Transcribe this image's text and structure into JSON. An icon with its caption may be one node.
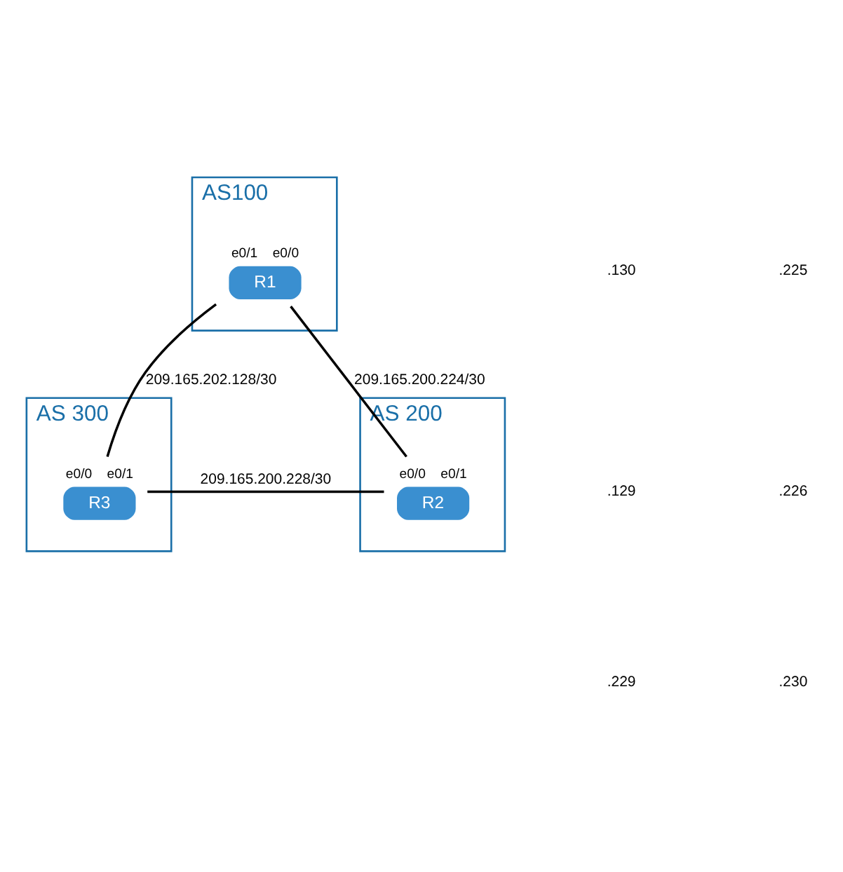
{
  "diagram": {
    "nodes": [
      {
        "text": [
          "AS100"
        ]
      },
      {
        "text": [
          "R1"
        ],
        "in": 0,
        "beside": [
          "e0/1",
          "e0/0"
        ]
      },
      {
        "text": [
          "AS 300"
        ]
      },
      {
        "text": [
          "R3"
        ],
        "in": 2,
        "beside": [
          "e0/0",
          "e0/1"
        ]
      },
      {
        "text": [
          "AS 200"
        ]
      },
      {
        "text": [
          "R2"
        ],
        "in": 4,
        "beside": [
          "e0/0",
          "e0/1"
        ]
      }
    ],
    "edges": [
      {
        "from": 1,
        "to": 3,
        "arrow": "none",
        "label": "209.165.202.128/30"
      },
      {
        "from": 1,
        "to": 5,
        "arrow": "none",
        "label": "209.165.200.224/30"
      },
      {
        "from": 3,
        "to": 5,
        "arrow": "none",
        "label": "209.165.200.228/30"
      }
    ],
    "labels": [
      ".130",
      ".225",
      ".129",
      ".226",
      ".229",
      ".230"
    ]
  }
}
